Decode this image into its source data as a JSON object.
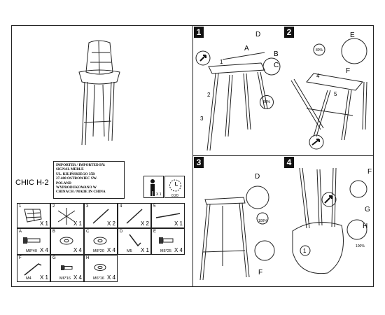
{
  "model_name": "CHIC H-2",
  "importer_lines": [
    "IMPORTER / IMPORTED BY:",
    "SIGNAL MEBLE",
    "UL. KILIŃSKIEGO 35B",
    "27-400 OSTROWIEC ŚW.",
    "POLAND",
    "WYPRODUKOWANO W",
    "CHINACH / MADE IN CHINA"
  ],
  "assembly_people": "X 1",
  "assembly_time": "0:20",
  "parts": [
    {
      "label": "1",
      "qty": "X 1",
      "spec": ""
    },
    {
      "label": "2",
      "qty": "X 1",
      "spec": ""
    },
    {
      "label": "3",
      "qty": "X 2",
      "spec": ""
    },
    {
      "label": "4",
      "qty": "X 2",
      "spec": ""
    },
    {
      "label": "5",
      "qty": "X 1",
      "spec": ""
    },
    {
      "label": "A",
      "qty": "X 4",
      "spec": "M8*40"
    },
    {
      "label": "B",
      "qty": "X 4",
      "spec": ""
    },
    {
      "label": "C",
      "qty": "X 4",
      "spec": "M8*20"
    },
    {
      "label": "D",
      "qty": "X 1",
      "spec": "M5"
    },
    {
      "label": "E",
      "qty": "X 4",
      "spec": "M5*25"
    },
    {
      "label": "F",
      "qty": "X 1",
      "spec": "M4"
    },
    {
      "label": "G",
      "qty": "X 4",
      "spec": "M6*16"
    },
    {
      "label": "H",
      "qty": "X 4",
      "spec": "M6*16"
    }
  ],
  "steps": [
    {
      "number": "1",
      "callouts": [
        "D",
        "A",
        "B",
        "C",
        "1",
        "2",
        "3"
      ],
      "percent": "80%"
    },
    {
      "number": "2",
      "callouts": [
        "E",
        "F",
        "4",
        "5"
      ],
      "percent": "80%"
    },
    {
      "number": "3",
      "callouts": [
        "D",
        "F"
      ],
      "percent": "100%"
    },
    {
      "number": "4",
      "callouts": [
        "F",
        "G",
        "H",
        "1"
      ],
      "percent": "100%"
    }
  ]
}
